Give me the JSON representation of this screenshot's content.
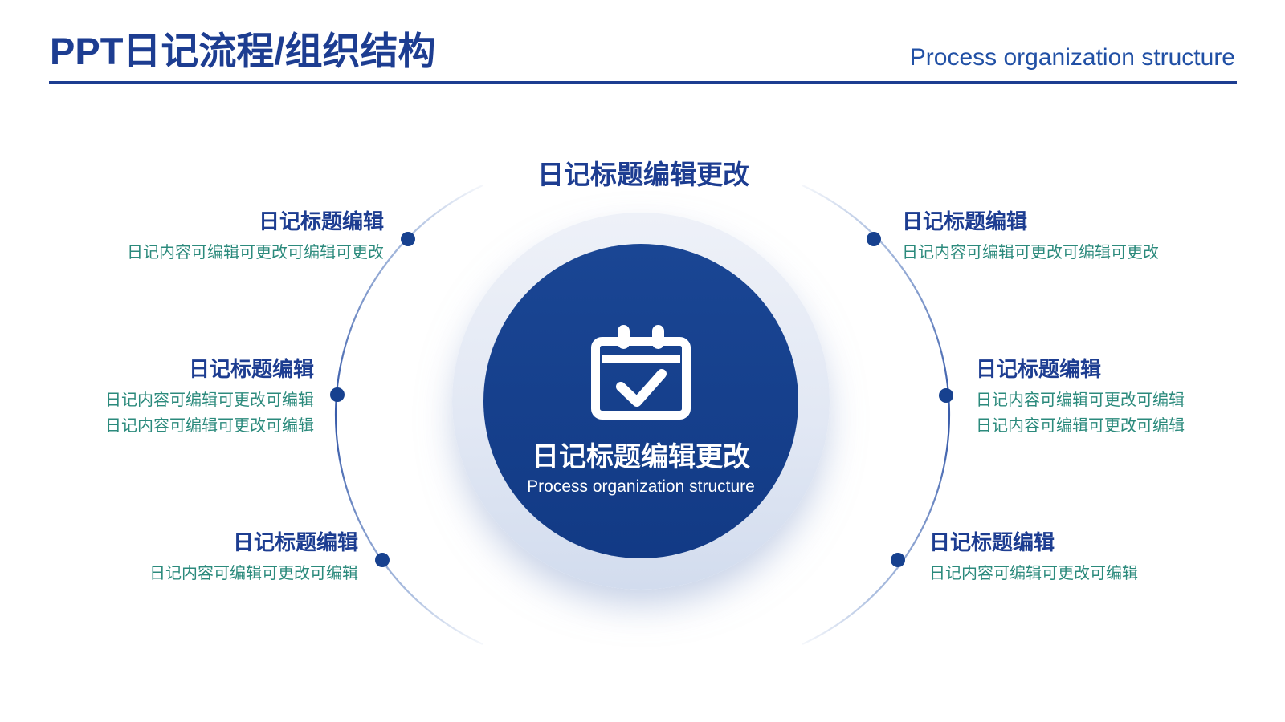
{
  "header": {
    "title": "PPT日记流程/组织结构",
    "subtitle": "Process organization structure"
  },
  "top_label": "日记标题编辑更改",
  "center": {
    "icon": "calendar-check-icon",
    "title": "日记标题编辑更改",
    "subtitle": "Process organization structure"
  },
  "nodes": [
    {
      "id": "top-left",
      "title": "日记标题编辑",
      "lines": [
        "日记内容可编辑可更改可编辑可更改"
      ]
    },
    {
      "id": "mid-left",
      "title": "日记标题编辑",
      "lines": [
        "日记内容可编辑可更改可编辑",
        "日记内容可编辑可更改可编辑"
      ]
    },
    {
      "id": "bottom-left",
      "title": "日记标题编辑",
      "lines": [
        "日记内容可编辑可更改可编辑"
      ]
    },
    {
      "id": "top-right",
      "title": "日记标题编辑",
      "lines": [
        "日记内容可编辑可更改可编辑可更改"
      ]
    },
    {
      "id": "mid-right",
      "title": "日记标题编辑",
      "lines": [
        "日记内容可编辑可更改可编辑",
        "日记内容可编辑可更改可编辑"
      ]
    },
    {
      "id": "bottom-right",
      "title": "日记标题编辑",
      "lines": [
        "日记内容可编辑可更改可编辑"
      ]
    }
  ],
  "colors": {
    "navy": "#1d3d91",
    "accent_blue": "#2150a5",
    "teal": "#2b8a7c",
    "circle_top": "#1a4694",
    "circle_bottom": "#123a85",
    "arc_blue": "#3a5dab",
    "arc_light": "#9db3da",
    "dot_blue": "#17418f",
    "halo_top": "#eef1f8",
    "halo_bottom": "#d2dcee",
    "white": "#ffffff"
  }
}
